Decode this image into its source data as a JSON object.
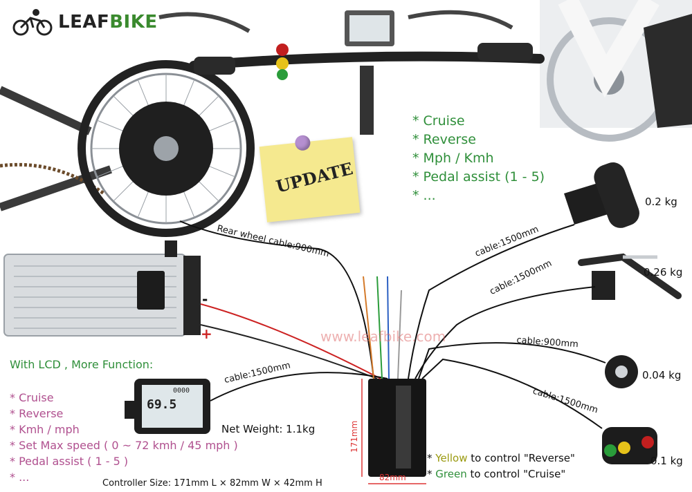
{
  "brand": {
    "name_part1": "LEAF",
    "name_part2": "BIKE"
  },
  "features_top": [
    "* Cruise",
    "* Reverse",
    "* Mph / Kmh",
    "* Pedal assist (1 - 5)",
    "* ..."
  ],
  "lcd": {
    "title": "With LCD , More Function:",
    "features": [
      "* Cruise",
      "* Reverse",
      "* Kmh / mph",
      "* Set Max speed ( 0 ~ 72 kmh / 45 mph )",
      "* Pedal assist ( 1 - 5 )",
      "* ..."
    ],
    "speed_reading": "69.5",
    "odo_reading": "0000",
    "net_weight": "Net Weight: 1.1kg"
  },
  "sticky_note": "UPDATE",
  "cables": {
    "rear_wheel": "Rear wheel cable:900mm",
    "throttle": "cable:1500mm",
    "brake": "cable:1500mm",
    "pas": "cable:900mm",
    "switch": "cable:1500mm",
    "lcd": "cable:1500mm"
  },
  "weights": {
    "throttle": "0.2 kg",
    "brake": "0.26 kg",
    "pas": "0.04 kg",
    "switch": "0.1 kg"
  },
  "battery": {
    "minus": "-",
    "plus": "+"
  },
  "controller": {
    "size_text": "Controller Size: 171mm L × 82mm W × 42mm H",
    "dim_height": "171mm",
    "dim_width": "82mm"
  },
  "watermark": "www.leafbike.com",
  "notes": {
    "yellow_prefix": "* ",
    "yellow_word": "Yellow",
    "yellow_rest": " to control \"Reverse\"",
    "green_prefix": "* ",
    "green_word": "Green",
    "green_rest": " to control \"Cruise\""
  },
  "colors": {
    "brand_green": "#3a8a2e",
    "feature_green": "#2f8f3a",
    "lcd_pink": "#b0508f"
  }
}
